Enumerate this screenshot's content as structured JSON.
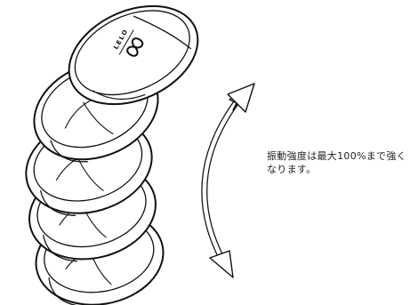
{
  "brand": {
    "logo_text": "LELO",
    "symbol": "infinity"
  },
  "caption": {
    "line1": "振動強度は最大100%まで強く",
    "line2": "なります。"
  },
  "colors": {
    "stroke": "#111111",
    "background": "#ffffff",
    "text": "#222222"
  },
  "illustration": {
    "disc_count": 5,
    "arrow": "curved-double-headed-arrow"
  }
}
